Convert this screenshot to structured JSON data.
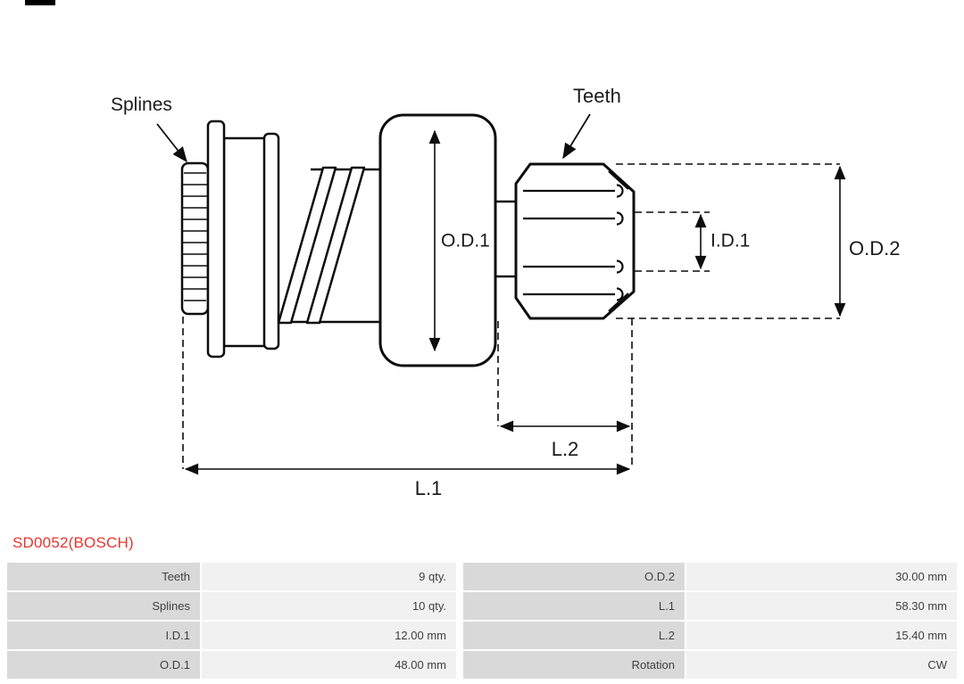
{
  "page": {
    "title": "SD0052(BOSCH)"
  },
  "diagram": {
    "labels": {
      "splines": "Splines",
      "teeth": "Teeth",
      "od1": "O.D.1",
      "id1": "I.D.1",
      "od2": "O.D.2",
      "l2": "L.2",
      "l1": "L.1"
    }
  },
  "table": {
    "rows": [
      {
        "p1_label": "Teeth",
        "p1_value": "9 qty.",
        "p2_label": "O.D.2",
        "p2_value": "30.00 mm"
      },
      {
        "p1_label": "Splines",
        "p1_value": "10 qty.",
        "p2_label": "L.1",
        "p2_value": "58.30 mm"
      },
      {
        "p1_label": "I.D.1",
        "p1_value": "12.00 mm",
        "p2_label": "L.2",
        "p2_value": "15.40 mm"
      },
      {
        "p1_label": "O.D.1",
        "p1_value": "48.00 mm",
        "p2_label": "Rotation",
        "p2_value": "CW"
      }
    ]
  },
  "colors": {
    "title_red": "#e8352e",
    "label_cell_bg": "#d9d9d9",
    "value_cell_bg": "#f1f1f1",
    "cell_text": "#3f3f3f",
    "line": "#0d0d0d"
  }
}
